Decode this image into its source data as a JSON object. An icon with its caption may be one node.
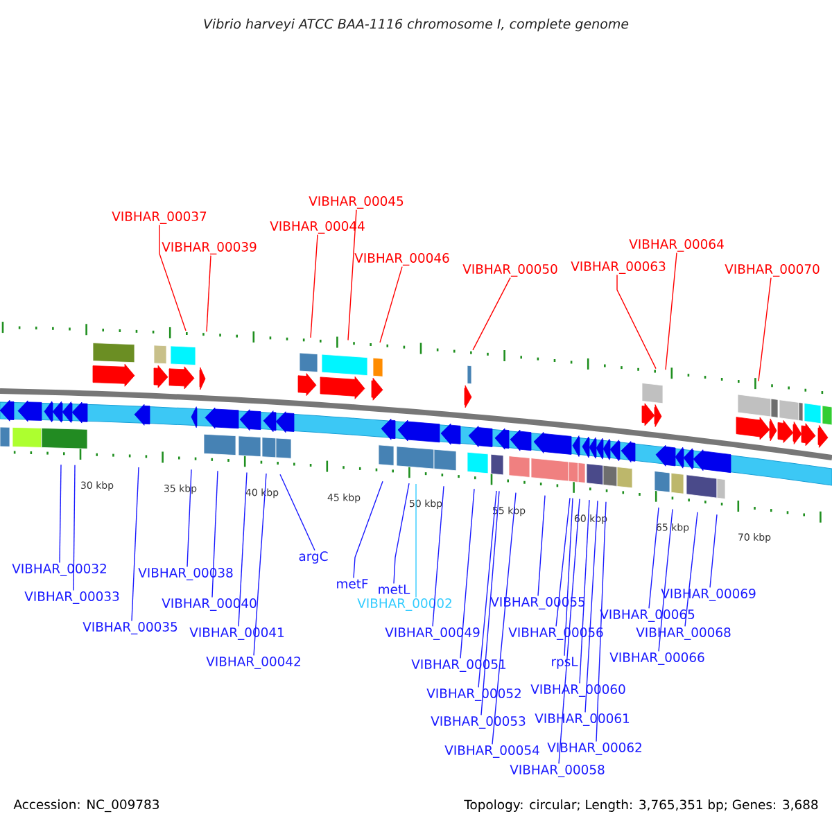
{
  "diagram": {
    "title": "Vibrio harveyi ATCC BAA-1116 chromosome I, complete genome",
    "nodes": [
      {
        "text": [
          "VIBHAR_00037"
        ]
      },
      {
        "text": [
          "VIBHAR_00039"
        ]
      },
      {
        "text": [
          "VIBHAR_00044"
        ]
      },
      {
        "text": [
          "VIBHAR_00045"
        ]
      },
      {
        "text": [
          "VIBHAR_00046"
        ]
      },
      {
        "text": [
          "VIBHAR_00050"
        ]
      },
      {
        "text": [
          "VIBHAR_00063"
        ]
      },
      {
        "text": [
          "VIBHAR_00064"
        ]
      },
      {
        "text": [
          "VIBHAR_00070"
        ]
      },
      {
        "text": [
          "VIBHAR_00032"
        ]
      },
      {
        "text": [
          "VIBHAR_00033"
        ]
      },
      {
        "text": [
          "VIBHAR_00035"
        ]
      },
      {
        "text": [
          "VIBHAR_00038"
        ]
      },
      {
        "text": [
          "VIBHAR_00040"
        ]
      },
      {
        "text": [
          "VIBHAR_00041"
        ]
      },
      {
        "text": [
          "VIBHAR_00042"
        ]
      },
      {
        "text": [
          "argC"
        ]
      },
      {
        "text": [
          "metF"
        ]
      },
      {
        "text": [
          "metL"
        ]
      },
      {
        "text": [
          "VIBHAR_00002"
        ]
      },
      {
        "text": [
          "VIBHAR_00049"
        ]
      },
      {
        "text": [
          "VIBHAR_00051"
        ]
      },
      {
        "text": [
          "VIBHAR_00052"
        ]
      },
      {
        "text": [
          "VIBHAR_00053"
        ]
      },
      {
        "text": [
          "VIBHAR_00054"
        ]
      },
      {
        "text": [
          "VIBHAR_00055"
        ]
      },
      {
        "text": [
          "VIBHAR_00056"
        ]
      },
      {
        "text": [
          "rpsL"
        ]
      },
      {
        "text": [
          "VIBHAR_00060"
        ]
      },
      {
        "text": [
          "VIBHAR_00061"
        ]
      },
      {
        "text": [
          "VIBHAR_00062"
        ]
      },
      {
        "text": [
          "VIBHAR_00058"
        ]
      },
      {
        "text": [
          "VIBHAR_00065"
        ]
      },
      {
        "text": [
          "VIBHAR_00066"
        ]
      },
      {
        "text": [
          "VIBHAR_00068"
        ]
      },
      {
        "text": [
          "VIBHAR_00069"
        ]
      }
    ],
    "edges": [
      {
        "from": 0,
        "to": null,
        "arrow": "none",
        "color": "#ff0000"
      },
      {
        "from": 1,
        "to": null,
        "arrow": "none",
        "color": "#ff0000"
      },
      {
        "from": 2,
        "to": null,
        "arrow": "none",
        "color": "#ff0000"
      },
      {
        "from": 3,
        "to": null,
        "arrow": "none",
        "color": "#ff0000"
      },
      {
        "from": 4,
        "to": null,
        "arrow": "none",
        "color": "#ff0000"
      },
      {
        "from": 5,
        "to": null,
        "arrow": "none",
        "color": "#ff0000"
      },
      {
        "from": 6,
        "to": null,
        "arrow": "none",
        "color": "#ff0000"
      },
      {
        "from": 7,
        "to": null,
        "arrow": "none",
        "color": "#ff0000"
      },
      {
        "from": 8,
        "to": null,
        "arrow": "none",
        "color": "#ff0000"
      },
      {
        "from": 9,
        "to": null,
        "arrow": "none"
      },
      {
        "from": 10,
        "to": null,
        "arrow": "none"
      },
      {
        "from": 11,
        "to": null,
        "arrow": "none"
      },
      {
        "from": 12,
        "to": null,
        "arrow": "none"
      },
      {
        "from": 13,
        "to": null,
        "arrow": "none"
      },
      {
        "from": 14,
        "to": null,
        "arrow": "none"
      },
      {
        "from": 15,
        "to": null,
        "arrow": "none"
      },
      {
        "from": 16,
        "to": null,
        "arrow": "none"
      },
      {
        "from": 17,
        "to": null,
        "arrow": "none"
      },
      {
        "from": 18,
        "to": null,
        "arrow": "none"
      },
      {
        "from": 19,
        "to": null,
        "arrow": "none",
        "color": "#33ccff"
      },
      {
        "from": 20,
        "to": null,
        "arrow": "none"
      },
      {
        "from": 21,
        "to": null,
        "arrow": "none"
      },
      {
        "from": 22,
        "to": null,
        "arrow": "none"
      },
      {
        "from": 23,
        "to": null,
        "arrow": "none"
      },
      {
        "from": 24,
        "to": null,
        "arrow": "none"
      },
      {
        "from": 25,
        "to": null,
        "arrow": "none"
      },
      {
        "from": 26,
        "to": null,
        "arrow": "none"
      },
      {
        "from": 27,
        "to": null,
        "arrow": "none"
      },
      {
        "from": 28,
        "to": null,
        "arrow": "none"
      },
      {
        "from": 29,
        "to": null,
        "arrow": "none"
      },
      {
        "from": 30,
        "to": null,
        "arrow": "none"
      },
      {
        "from": 31,
        "to": null,
        "arrow": "none"
      },
      {
        "from": 32,
        "to": null,
        "arrow": "none"
      },
      {
        "from": 33,
        "to": null,
        "arrow": "none"
      },
      {
        "from": 34,
        "to": null,
        "arrow": "none"
      },
      {
        "from": 35,
        "to": null,
        "arrow": "none"
      }
    ],
    "labels": [
      "30 kbp",
      "35 kbp",
      "40 kbp",
      "45 kbp",
      "50 kbp",
      "55 kbp",
      "60 kbp",
      "65 kbp",
      "70 kbp",
      "Accession: NC_009783",
      "Topology: circular; Length: 3,765,351 bp; Genes: 3,688"
    ]
  }
}
